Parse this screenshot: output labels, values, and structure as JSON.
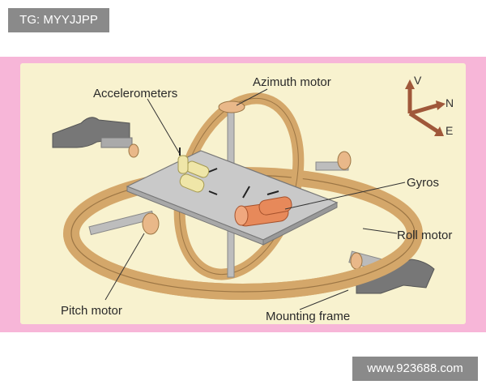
{
  "watermarks": {
    "top": "TG: MYYJJPP",
    "bottom": "www.923688.com"
  },
  "diagram": {
    "labels": {
      "accelerometers": "Accelerometers",
      "azimuth_motor": "Azimuth motor",
      "gyros": "Gyros",
      "roll_motor": "Roll motor",
      "pitch_motor": "Pitch motor",
      "mounting_frame": "Mounting frame"
    },
    "directions": {
      "up": "V",
      "north": "N",
      "east": "E"
    },
    "colors": {
      "background": "#f7b6d8",
      "panel": "#f8f2cf",
      "gimbal_ring": "#d4a76a",
      "platform": "#c9c9c9",
      "gyro": "#e7895a",
      "accelerometer": "#efe6a8",
      "axis_arrows": "#a0583a"
    }
  }
}
